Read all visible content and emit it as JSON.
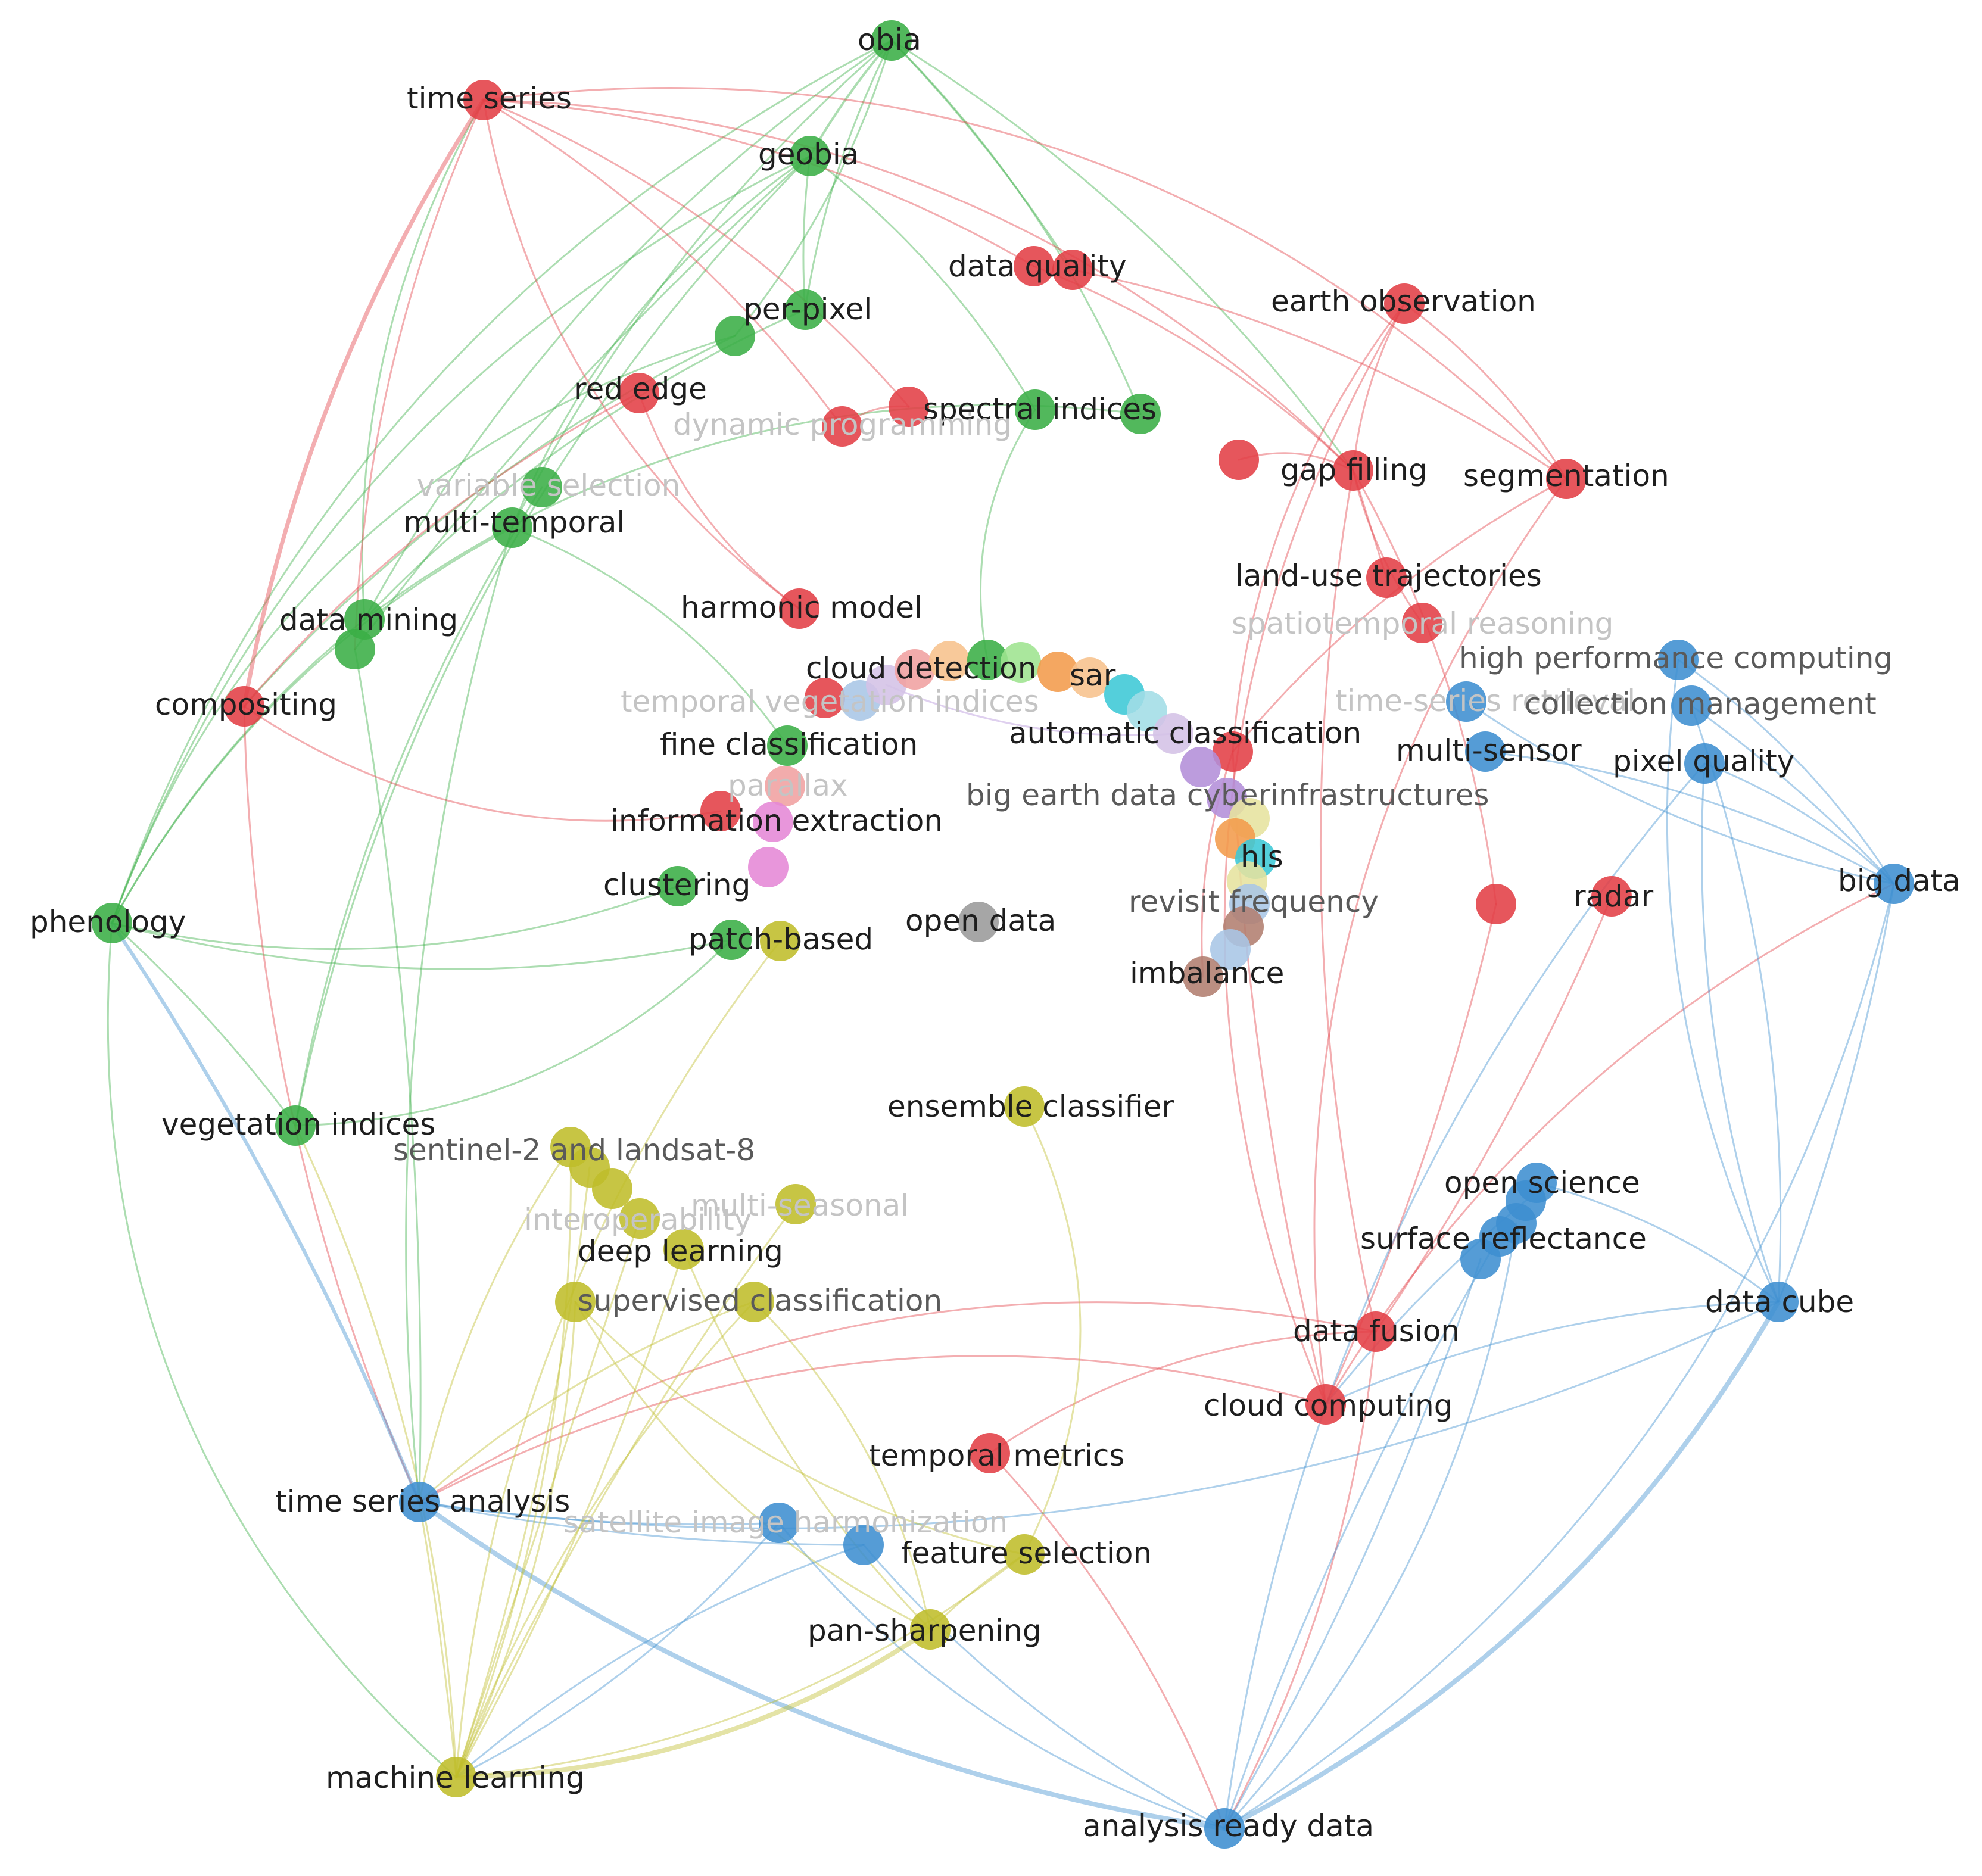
{
  "colors": {
    "red": "#e33f46",
    "green": "#3aae45",
    "yellow": "#bfbd2a",
    "blue": "#3d8ed0",
    "grey": "#9a9a9a",
    "orange": "#f29b4b",
    "purple": "#b38ed8",
    "cyan": "#3cc8d6",
    "pink": "#e587d6",
    "brown": "#b27e70",
    "lightblue": "#a9c6e6",
    "lightgreen": "#9ee48f",
    "lightred": "#f0a0a0",
    "lightorange": "#f7c28c",
    "lightpurple": "#d4c2e6",
    "lightcyan": "#a2dde6",
    "lightyellow": "#e6e39e"
  },
  "labels": {
    "time_series": "time series",
    "obia": "obia",
    "geobia": "geobia",
    "data_quality": "data quality",
    "earth_observation": "earth observation",
    "per_pixel": "per-pixel",
    "red_edge": "red edge",
    "spectral_indices": "spectral indices",
    "dynamic_programming": "dynamic programming",
    "gap_filling": "gap filling",
    "segmentation": "segmentation",
    "variable_selection": "variable selection",
    "multi_temporal": "multi-temporal",
    "land_use_trajectories": "land-use trajectories",
    "harmonic_model": "harmonic model",
    "spatiotemporal_reasoning": "spatiotemporal reasoning",
    "data_mining": "data mining",
    "high_performance_computing": "high performance computing",
    "cloud_detection": "cloud detection",
    "sar": "sar",
    "compositing": "compositing",
    "temporal_vegetation_indices": "temporal vegetation indices",
    "time_series_retrieval": "time-series retrieval",
    "collection_management": "collection management",
    "automatic_classification": "automatic classification",
    "fine_classification": "fine classification",
    "multi_sensor": "multi-sensor",
    "pixel_quality": "pixel quality",
    "parallax": "parallax",
    "big_earth_data_cyberinfrastructures": "big earth data cyberinfrastructures",
    "information_extraction": "information extraction",
    "hls": "hls",
    "clustering": "clustering",
    "big_data": "big data",
    "radar": "radar",
    "revisit_frequency": "revisit frequency",
    "phenology": "phenology",
    "open_data": "open data",
    "patch_based": "patch-based",
    "imbalance": "imbalance",
    "ensemble_classifier": "ensemble classifier",
    "vegetation_indices": "vegetation indices",
    "sentinel_landsat": "sentinel-2 and landsat-8",
    "open_science": "open science",
    "multi_seasonal": "multi-seasonal",
    "interoperability": "interoperability",
    "surface_reflectance": "surface reflectance",
    "deep_learning": "deep learning",
    "supervised_classification": "supervised classification",
    "data_cube": "data cube",
    "data_fusion": "data fusion",
    "cloud_computing": "cloud computing",
    "temporal_metrics": "temporal metrics",
    "time_series_analysis": "time series analysis",
    "satellite_image_harmonization": "satellite image harmonization",
    "feature_selection": "feature selection",
    "pan_sharpening": "pan-sharpening",
    "machine_learning": "machine learning",
    "analysis_ready_data": "analysis ready data"
  }
}
